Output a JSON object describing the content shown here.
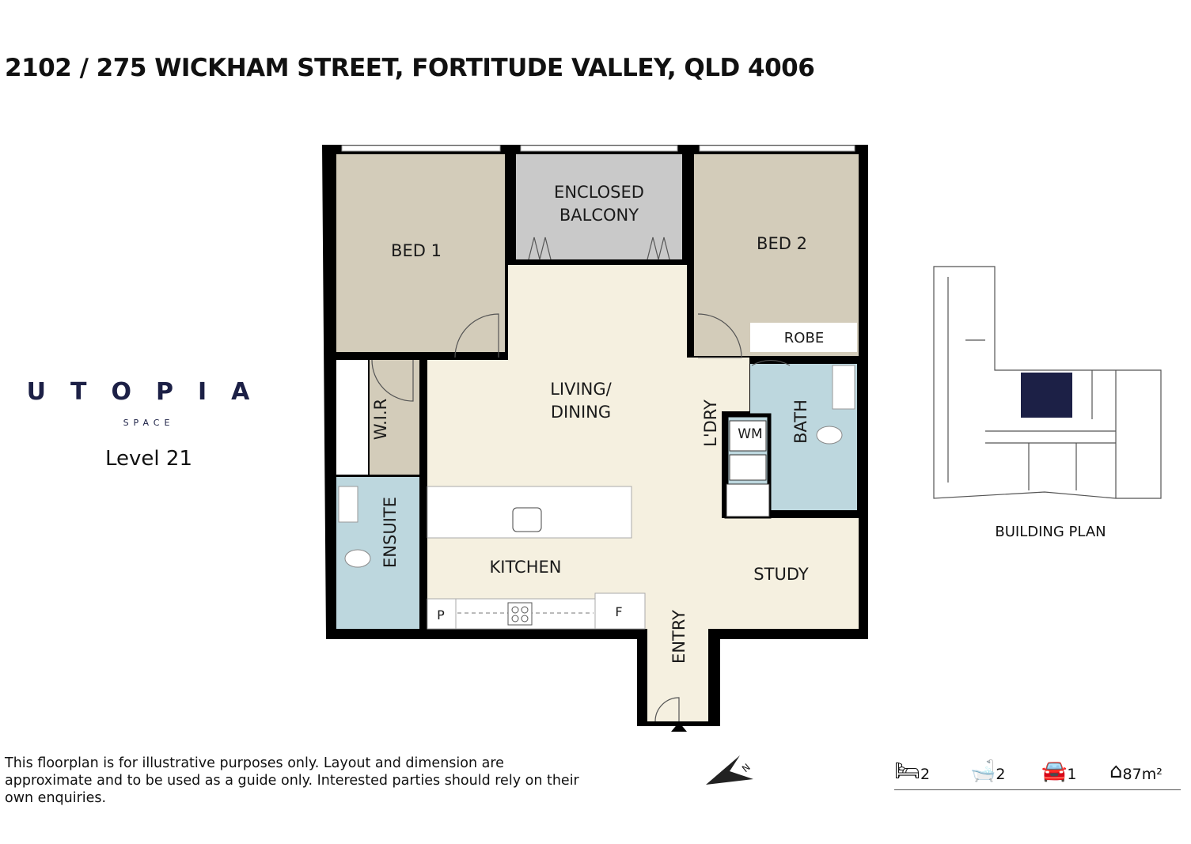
{
  "header": {
    "address": "2102 / 275 WICKHAM STREET, FORTITUDE VALLEY, QLD 4006"
  },
  "brand": {
    "name": "UTOPIA",
    "sub": "SPACE",
    "level": "Level 21"
  },
  "rooms": {
    "bed1": "BED 1",
    "balcony_l1": "ENCLOSED",
    "balcony_l2": "BALCONY",
    "bed2": "BED 2",
    "robe": "ROBE",
    "living_l1": "LIVING/",
    "living_l2": "DINING",
    "wir": "W.I.R",
    "ensuite": "ENSUITE",
    "laundry": "L'DRY",
    "wm": "WM",
    "bath": "BATH",
    "kitchen": "KITCHEN",
    "study": "STUDY",
    "entry": "ENTRY",
    "pantry": "P",
    "fridge": "F"
  },
  "building_plan": {
    "label": "BUILDING PLAN"
  },
  "colors": {
    "bedroom": "#d3ccba",
    "balcony": "#c9c9c9",
    "living": "#f5f0e0",
    "wet": "#bdd7de",
    "wall": "#000000",
    "highlight": "#1c2046"
  },
  "stats": {
    "beds": "2",
    "baths": "2",
    "cars": "1",
    "area": "87m²"
  },
  "disclaimer": "This floorplan is for illustrative purposes only. Layout and dimension are approximate and to be used as a guide only. Interested parties should rely on their own enquiries."
}
